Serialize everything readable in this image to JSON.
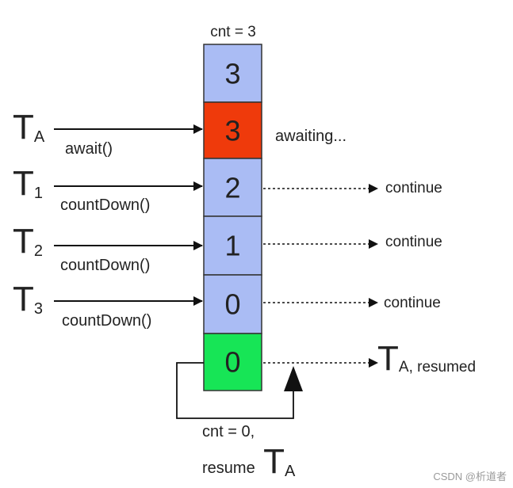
{
  "header": {
    "counter_label": "cnt = 3"
  },
  "stack": {
    "cells": [
      {
        "value": "3",
        "color": "#aabcf4"
      },
      {
        "value": "3",
        "color": "#ef3a0b"
      },
      {
        "value": "2",
        "color": "#aabcf4"
      },
      {
        "value": "1",
        "color": "#aabcf4"
      },
      {
        "value": "0",
        "color": "#aabcf4"
      },
      {
        "value": "0",
        "color": "#17e556"
      }
    ]
  },
  "threads": [
    {
      "letter": "T",
      "sub": "A",
      "call": "await()"
    },
    {
      "letter": "T",
      "sub": "1",
      "call": "countDown()"
    },
    {
      "letter": "T",
      "sub": "2",
      "call": "countDown()"
    },
    {
      "letter": "T",
      "sub": "3",
      "call": "countDown()"
    }
  ],
  "status": {
    "awaiting": "awaiting...",
    "continue": [
      "continue",
      "continue",
      "continue"
    ],
    "resumed_letter": "T",
    "resumed_sub": "A",
    "resumed_text": ", resumed"
  },
  "bottom": {
    "line1": "cnt = 0,",
    "line2": "resume",
    "letter": "T",
    "sub": "A"
  },
  "watermark": "CSDN @析道者"
}
